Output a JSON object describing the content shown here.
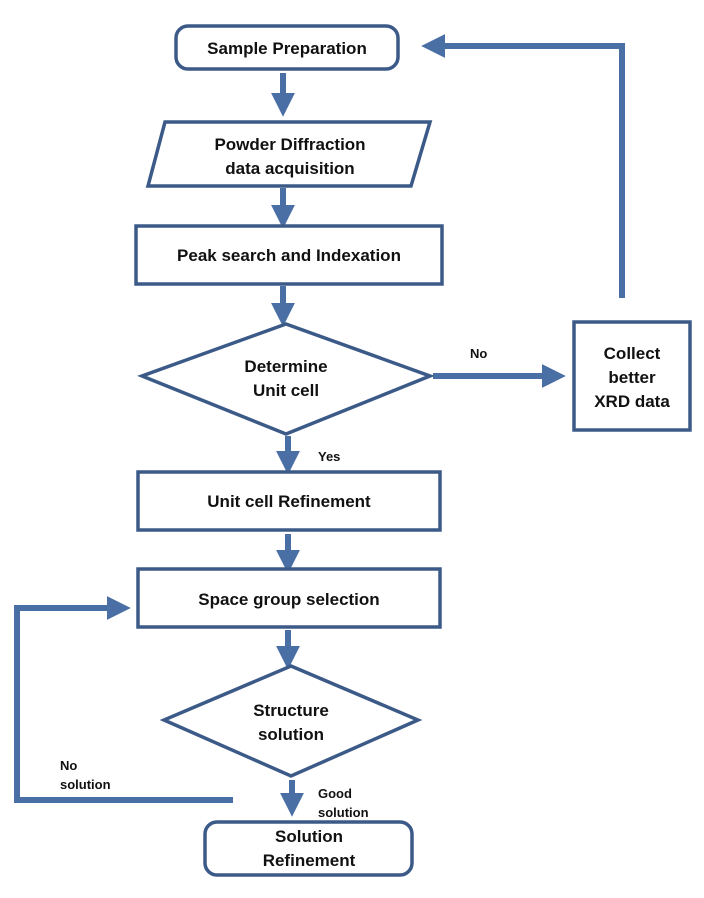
{
  "nodes": {
    "sample_preparation": "Sample Preparation",
    "powder_diffraction": [
      "Powder Diffraction",
      "data acquisition"
    ],
    "peak_search": "Peak search and Indexation",
    "determine_unit_cell": [
      "Determine",
      "Unit cell"
    ],
    "collect_better": [
      "Collect",
      "better",
      "XRD data"
    ],
    "unit_cell_refinement": "Unit cell Refinement",
    "space_group_selection": "Space group selection",
    "structure_solution": [
      "Structure",
      "solution"
    ],
    "solution_refinement": [
      "Solution",
      "Refinement"
    ]
  },
  "edge_labels": {
    "no": "No",
    "yes": "Yes",
    "no_solution": [
      "No",
      "solution"
    ],
    "good_solution": [
      "Good",
      "solution"
    ]
  },
  "colors": {
    "outline": "#3c5a88",
    "arrow": "#4a6fa5",
    "text": "#111111"
  }
}
